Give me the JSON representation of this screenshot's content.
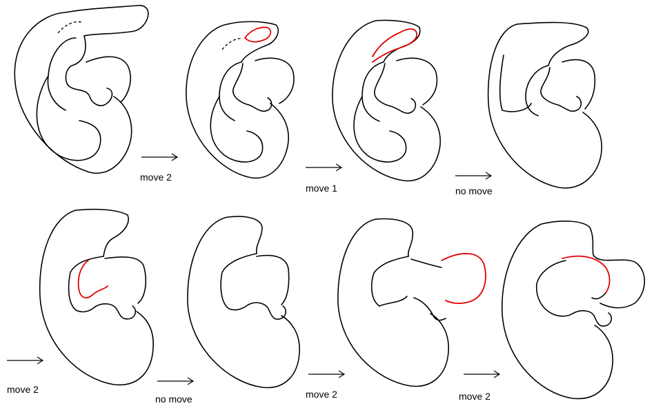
{
  "steps": [
    {
      "label": "move 2"
    },
    {
      "label": "move 1"
    },
    {
      "label": "no move"
    },
    {
      "label": "move 2"
    },
    {
      "label": "no move"
    },
    {
      "label": "move 2"
    },
    {
      "label": "move 2"
    }
  ],
  "colors": {
    "stroke": "#000000",
    "highlight": "#e00000",
    "background": "#ffffff"
  }
}
